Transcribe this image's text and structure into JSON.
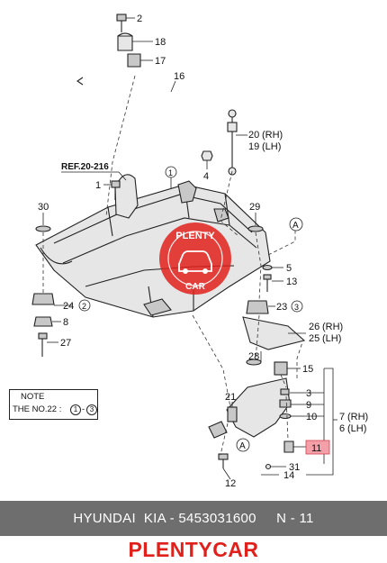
{
  "diagram": {
    "ref_label": "REF.20-216",
    "callouts": {
      "c1": "1",
      "c1b": "1",
      "c2": "2",
      "c4": "4",
      "c5": "5",
      "c8": "8",
      "c9": "9",
      "c10": "10",
      "c12": "12",
      "c13": "13",
      "c14": "14",
      "c15": "15",
      "c16": "16",
      "c17": "17",
      "c18": "18",
      "c19": "19",
      "c19lh": "(LH)",
      "c20": "20",
      "c20rh": "(RH)",
      "c21": "21",
      "c23": "23",
      "c24": "24",
      "c25": "25",
      "c25lh": "(LH)",
      "c26": "26",
      "c26rh": "(RH)",
      "c27": "27",
      "c28": "28",
      "c29": "29",
      "c30": "30",
      "c31": "31",
      "c6": "6",
      "c6lh": "(LH)",
      "c7": "7",
      "c7rh": "(RH)",
      "c3": "3",
      "c11": "11",
      "circ2": "2",
      "circ3": "3",
      "circ1": "1",
      "circA1": "A",
      "circA2": "A"
    },
    "highlight_color": "#f4a0a8"
  },
  "note": {
    "title": "NOTE",
    "line_prefix": "THE NO.22 :",
    "from": "1",
    "dash": "-",
    "to": "3"
  },
  "watermark": {
    "top_text": "PLENTY",
    "bottom_text": "CAR",
    "color": "#e0201b"
  },
  "footer": {
    "brand_line": "HYUNDAI  KIA - 5453031600     N - 11"
  },
  "brand": {
    "name": "PLENTYCAR",
    "color": "#e0201b"
  }
}
